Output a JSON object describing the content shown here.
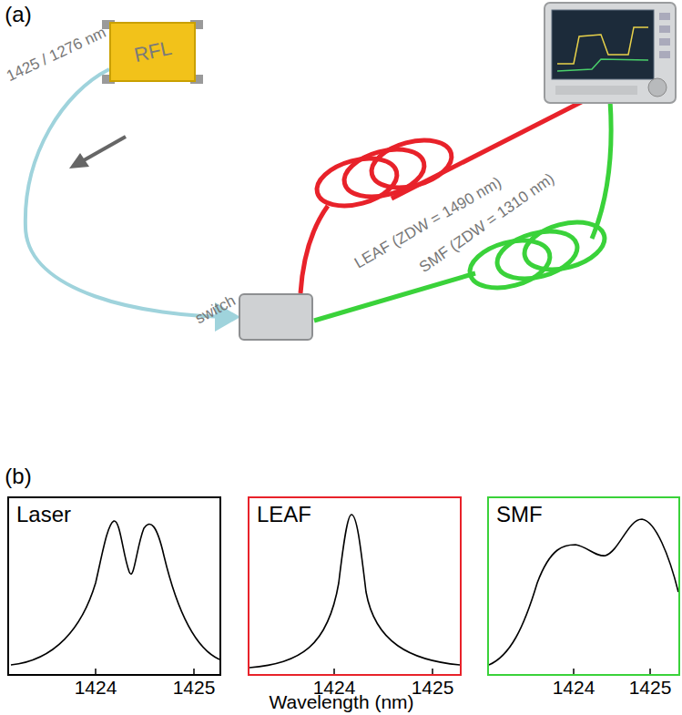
{
  "diagram": {
    "nodes": [
      {
        "text": [
          "RFL"
        ]
      },
      {
        "text": [
          "switch"
        ]
      },
      {
        "text": [
          "Laser"
        ]
      },
      {
        "text": [
          "LEAF"
        ]
      },
      {
        "text": [
          "SMF"
        ]
      }
    ],
    "edges": [
      {
        "from": 0,
        "to": 1,
        "arrow": "to"
      }
    ],
    "labels": [
      "(a)",
      "1425 / 1276 nm",
      "LEAF (ZDW = 1490 nm)",
      "SMF (ZDW = 1310 nm)",
      "(b)",
      "1424",
      "1425",
      "1424",
      "1425",
      "1424",
      "1425",
      "Wavelength (nm)"
    ]
  }
}
